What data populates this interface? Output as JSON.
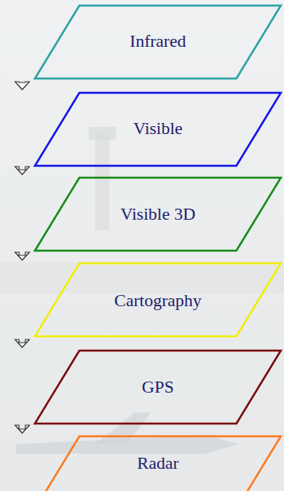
{
  "diagram": {
    "nodes": [
      {
        "text": [
          "Infrared"
        ]
      },
      {
        "text": [
          "Visible"
        ]
      },
      {
        "text": [
          "Visible 3D"
        ]
      },
      {
        "text": [
          "Cartography"
        ]
      },
      {
        "text": [
          "GPS"
        ]
      },
      {
        "text": [
          "Radar"
        ]
      }
    ],
    "edges": [
      {
        "from": 0,
        "to": 1,
        "arrow": "to"
      },
      {
        "from": 1,
        "to": 2,
        "arrow": "to"
      },
      {
        "from": 2,
        "to": 3,
        "arrow": "to"
      },
      {
        "from": 3,
        "to": 4,
        "arrow": "to"
      },
      {
        "from": 4,
        "to": 5,
        "arrow": "to"
      }
    ]
  }
}
